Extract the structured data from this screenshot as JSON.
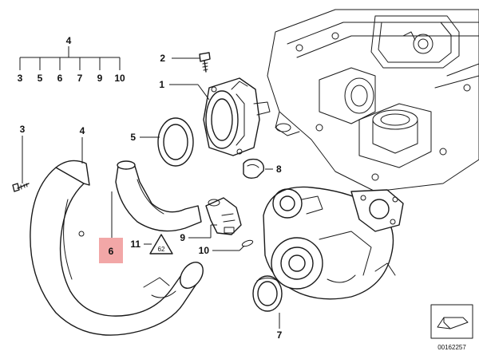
{
  "diagram": {
    "callouts": {
      "group_header": "4",
      "group_items": [
        "3",
        "5",
        "6",
        "7",
        "9",
        "10"
      ],
      "c1": "1",
      "c2": "2",
      "c3": "3",
      "c4": "4",
      "c5": "5",
      "c6": "6",
      "c7": "7",
      "c8": "8",
      "c9": "9",
      "c10": "10",
      "c11": "11"
    },
    "highlight_color": "#f2a7a7",
    "warning_label": "62",
    "image_number": "00162257"
  }
}
